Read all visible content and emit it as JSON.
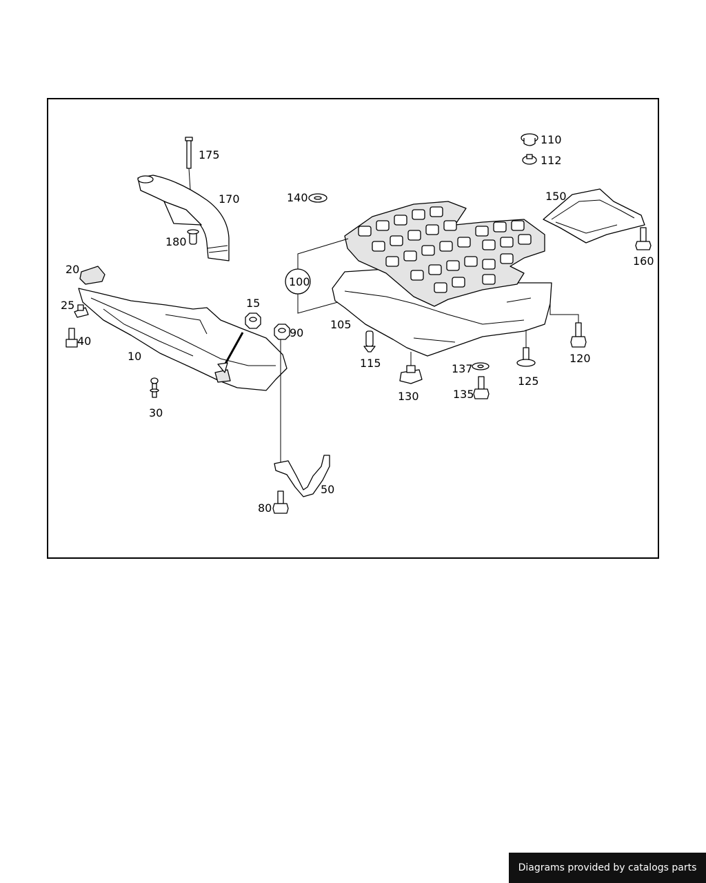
{
  "diagram": {
    "callouts": {
      "c175": "175",
      "c170": "170",
      "c180": "180",
      "c140": "140",
      "c110": "110",
      "c112": "112",
      "c150": "150",
      "c160": "160",
      "c100": "100",
      "c105": "105",
      "c20": "20",
      "c25": "25",
      "c40": "40",
      "c10": "10",
      "c30": "30",
      "c15": "15",
      "c90": "90",
      "c115": "115",
      "c130": "130",
      "c137": "137",
      "c135": "135",
      "c125": "125",
      "c120": "120",
      "c50": "50",
      "c80": "80"
    }
  },
  "footer": {
    "credit": "Diagrams provided by catalogs parts"
  },
  "colors": {
    "line": "#000000",
    "background": "#ffffff",
    "banner": "#111111"
  }
}
